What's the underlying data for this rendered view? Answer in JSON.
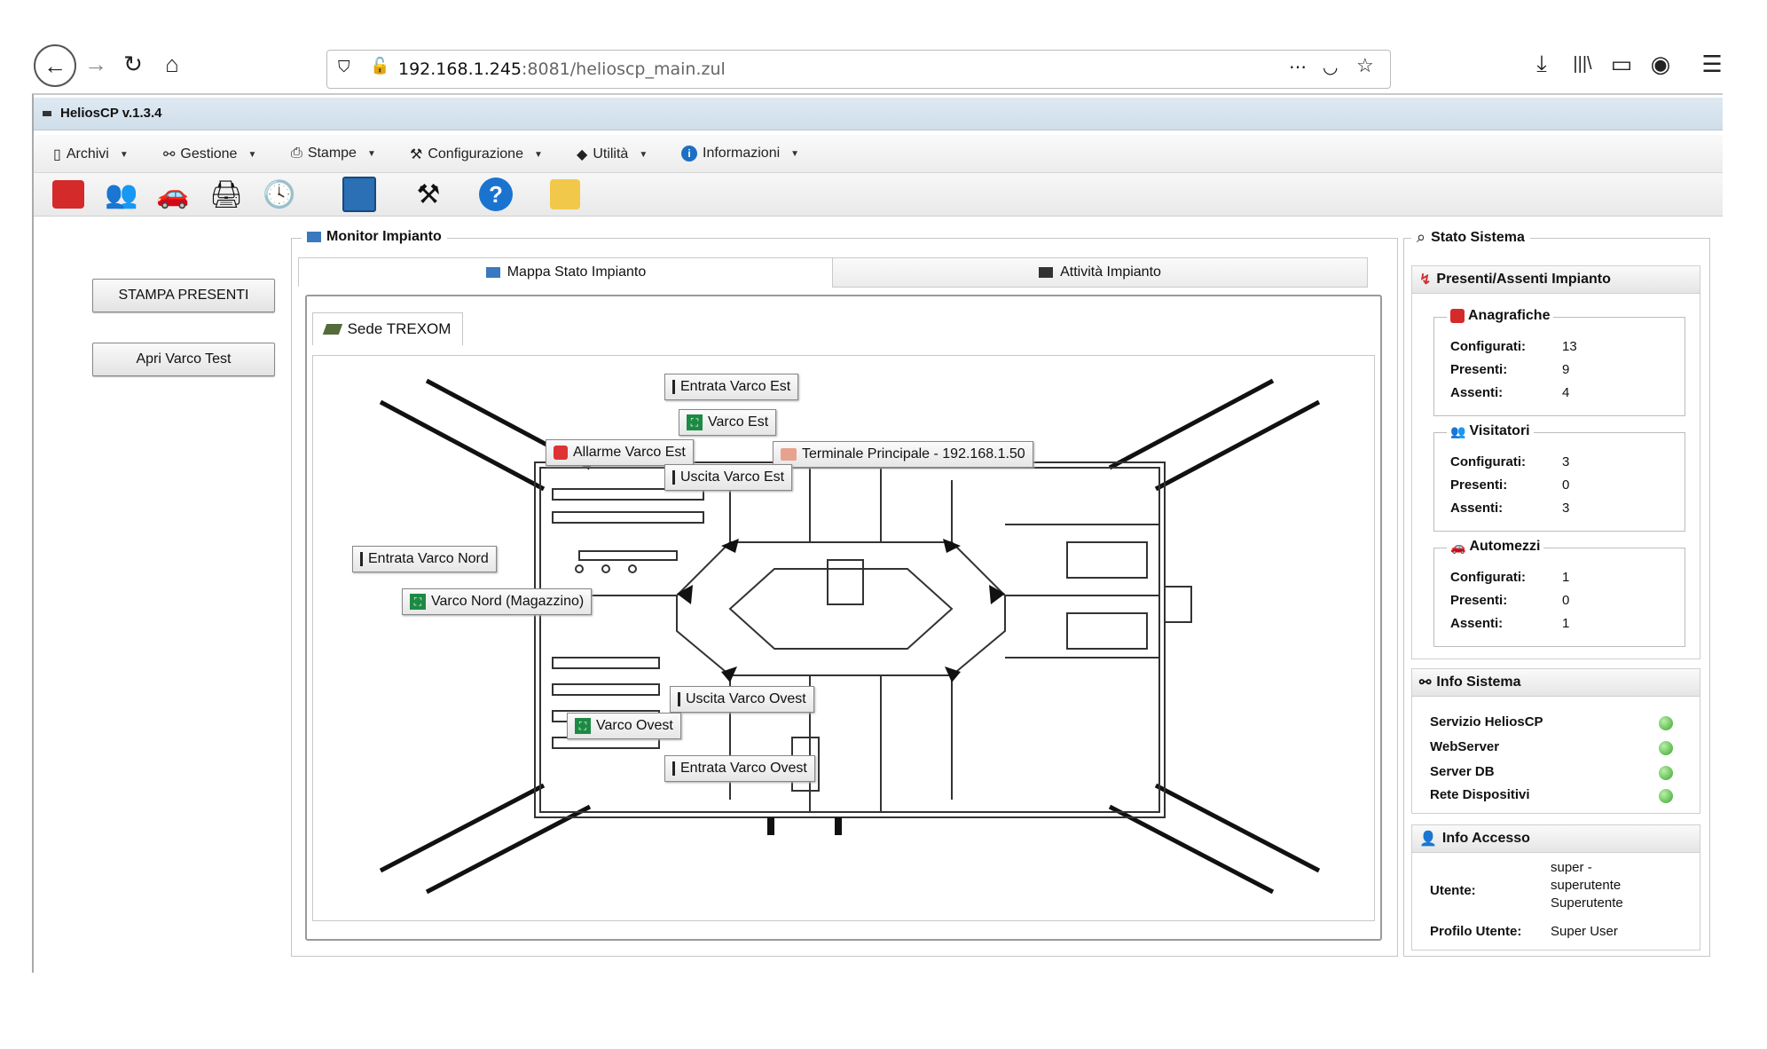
{
  "browser": {
    "url_host": "192.168.1.245",
    "url_path": ":8081/helioscp_main.zul",
    "icons": [
      "back-icon",
      "forward-icon",
      "reload-icon",
      "home-icon",
      "shield-icon",
      "insecure-lock-icon",
      "more-icon",
      "pocket-icon",
      "bookmark-star-icon",
      "download-icon",
      "library-icon",
      "sidebar-icon",
      "account-icon",
      "menu-icon"
    ]
  },
  "app": {
    "title": "HeliosCP v.1.3.4"
  },
  "menu": {
    "items": [
      {
        "label": "Archivi",
        "icon": "archive-icon"
      },
      {
        "label": "Gestione",
        "icon": "network-icon"
      },
      {
        "label": "Stampe",
        "icon": "printer-icon"
      },
      {
        "label": "Configurazione",
        "icon": "tools-icon"
      },
      {
        "label": "Utilità",
        "icon": "eraser-icon"
      },
      {
        "label": "Informazioni",
        "icon": "info-icon"
      }
    ]
  },
  "left_buttons": {
    "print_present": "STAMPA PRESENTI",
    "open_gate_test": "Apri Varco Test"
  },
  "monitor": {
    "title": "Monitor Impianto",
    "tabs": [
      {
        "label": "Mappa Stato Impianto"
      },
      {
        "label": "Attività Impianto"
      }
    ],
    "site_tab": "Sede TREXOM",
    "map_labels": {
      "entrata_est": "Entrata Varco Est",
      "varco_est": "Varco Est",
      "allarme_est": "Allarme Varco Est",
      "terminale": "Terminale Principale - 192.168.1.50",
      "uscita_est": "Uscita Varco Est",
      "entrata_nord": "Entrata Varco Nord",
      "varco_nord": "Varco Nord (Magazzino)",
      "uscita_ovest": "Uscita Varco Ovest",
      "varco_ovest": "Varco Ovest",
      "entrata_ovest": "Entrata Varco Ovest"
    }
  },
  "status": {
    "title": "Stato Sistema",
    "presence": {
      "title": "Presenti/Assenti Impianto",
      "groups": [
        {
          "name": "Anagrafiche",
          "configured_label": "Configurati:",
          "configured": "13",
          "present_label": "Presenti:",
          "present": "9",
          "absent_label": "Assenti:",
          "absent": "4"
        },
        {
          "name": "Visitatori",
          "configured_label": "Configurati:",
          "configured": "3",
          "present_label": "Presenti:",
          "present": "0",
          "absent_label": "Assenti:",
          "absent": "3"
        },
        {
          "name": "Automezzi",
          "configured_label": "Configurati:",
          "configured": "1",
          "present_label": "Presenti:",
          "present": "0",
          "absent_label": "Assenti:",
          "absent": "1"
        }
      ]
    },
    "system_info": {
      "title": "Info Sistema",
      "rows": [
        {
          "label": "Servizio HeliosCP",
          "status": "ok"
        },
        {
          "label": "WebServer",
          "status": "ok"
        },
        {
          "label": "Server DB",
          "status": "ok"
        },
        {
          "label": "Rete Dispositivi",
          "status": "ok"
        }
      ],
      "ok_color": "#3da52e"
    },
    "access_info": {
      "title": "Info Accesso",
      "user_label": "Utente:",
      "user_value_1": "super -",
      "user_value_2": "superutente",
      "user_value_3": "Superutente",
      "profile_label": "Profilo Utente:",
      "profile_value": "Super User"
    }
  }
}
